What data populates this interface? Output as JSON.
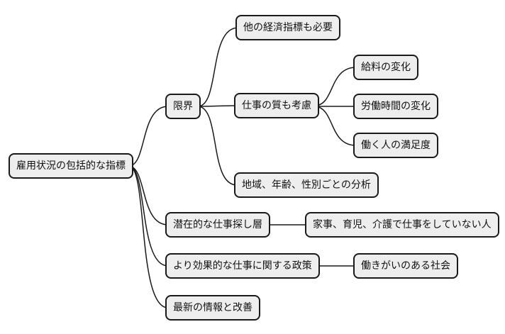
{
  "diagram": {
    "type": "mindmap",
    "background_color": "#ffffff",
    "node_style": {
      "fill_color": "#eeeeee",
      "border_color": "#1a1a1a",
      "text_color": "#111111",
      "line_color": "#1a1a1a"
    },
    "nodes": {
      "root": {
        "label": "雇用状況の包括的な指標"
      },
      "limits": {
        "label": "限界"
      },
      "other_indicators": {
        "label": "他の経済指標も必要"
      },
      "job_quality": {
        "label": "仕事の質も考慮"
      },
      "salary_change": {
        "label": "給料の変化"
      },
      "hours_change": {
        "label": "労働時間の変化"
      },
      "satisfaction": {
        "label": "働く人の満足度"
      },
      "demographic": {
        "label": "地域、年齢、性別ごとの分析"
      },
      "potential": {
        "label": "潜在的な仕事探し層"
      },
      "not_working": {
        "label": "家事、育児、介護で仕事をしていない人"
      },
      "policy": {
        "label": "より効果的な仕事に関する政策"
      },
      "society": {
        "label": "働きがいのある社会"
      },
      "latest": {
        "label": "最新の情報と改善"
      }
    },
    "edges": [
      {
        "from": "root",
        "to": "limits"
      },
      {
        "from": "limits",
        "to": "other_indicators"
      },
      {
        "from": "limits",
        "to": "job_quality"
      },
      {
        "from": "job_quality",
        "to": "salary_change"
      },
      {
        "from": "job_quality",
        "to": "hours_change"
      },
      {
        "from": "job_quality",
        "to": "satisfaction"
      },
      {
        "from": "limits",
        "to": "demographic"
      },
      {
        "from": "root",
        "to": "potential"
      },
      {
        "from": "potential",
        "to": "not_working"
      },
      {
        "from": "root",
        "to": "policy"
      },
      {
        "from": "policy",
        "to": "society"
      },
      {
        "from": "root",
        "to": "latest"
      }
    ]
  }
}
